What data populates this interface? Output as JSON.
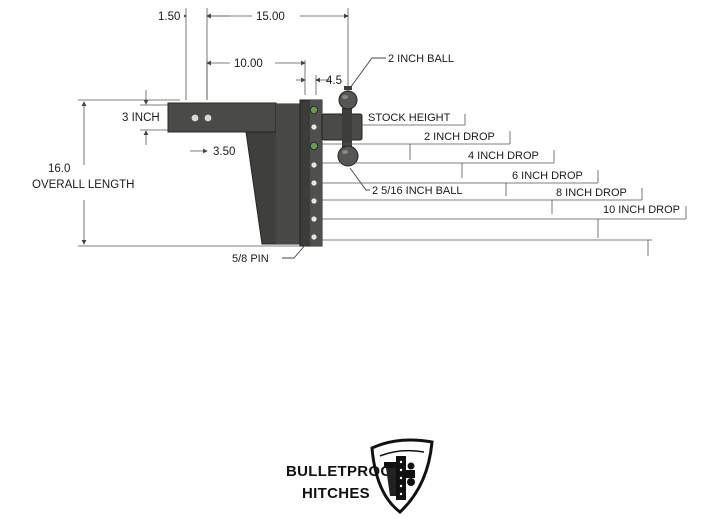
{
  "diagram": {
    "dimensions": {
      "top_1_50": "1.50",
      "top_15_00": "15.00",
      "top_10_00": "10.00",
      "top_4_5": "4.5",
      "shank_3_inch": "3 INCH",
      "shank_3_50": "3.50",
      "overall_value": "16.0",
      "overall_label": "OVERALL LENGTH",
      "pin": "5/8 PIN"
    },
    "balls": {
      "top": "2 INCH BALL",
      "bottom": "2 5/16 INCH BALL"
    },
    "heights": [
      "STOCK HEIGHT",
      "2 INCH DROP",
      "4 INCH DROP",
      "6 INCH DROP",
      "8 INCH DROP",
      "10 INCH DROP"
    ]
  },
  "logo": {
    "line1": "BULLETPROOF",
    "line2": "HITCHES"
  }
}
